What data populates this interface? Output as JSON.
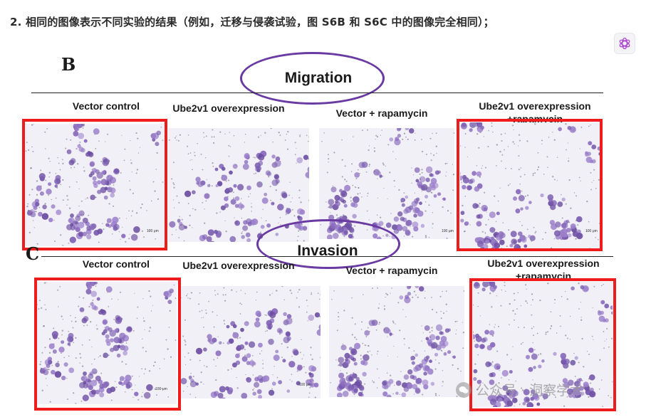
{
  "heading": "2. 相同的图像表示不同实验的结果（例如，迁移与侵袭试验，图 S6B 和 S6C 中的图像完全相同）；",
  "ai_button_icon": "openai-logo-icon",
  "panel_b": {
    "letter": "B",
    "section_title": "Migration",
    "labels": [
      "Vector control",
      "Ube2v1 overexpression",
      "Vector + rapamycin",
      "Ube2v1 overexpression +rapamycin"
    ],
    "scale_bar_text": "100 μm"
  },
  "panel_c": {
    "letter": "C",
    "section_title": "Invasion",
    "labels": [
      "Vector control",
      "Ube2v1 overexpression",
      "Vector + rapamycin",
      "Ube2v1 overexpression +rapamycin"
    ],
    "scale_bar_text": "100 μm"
  },
  "watermark": "公众号 · 洞察学术",
  "colors": {
    "highlight_box": "#ee1c1c",
    "ellipse": "#6a3aa3",
    "cell_stain": "#8a6bbd"
  }
}
